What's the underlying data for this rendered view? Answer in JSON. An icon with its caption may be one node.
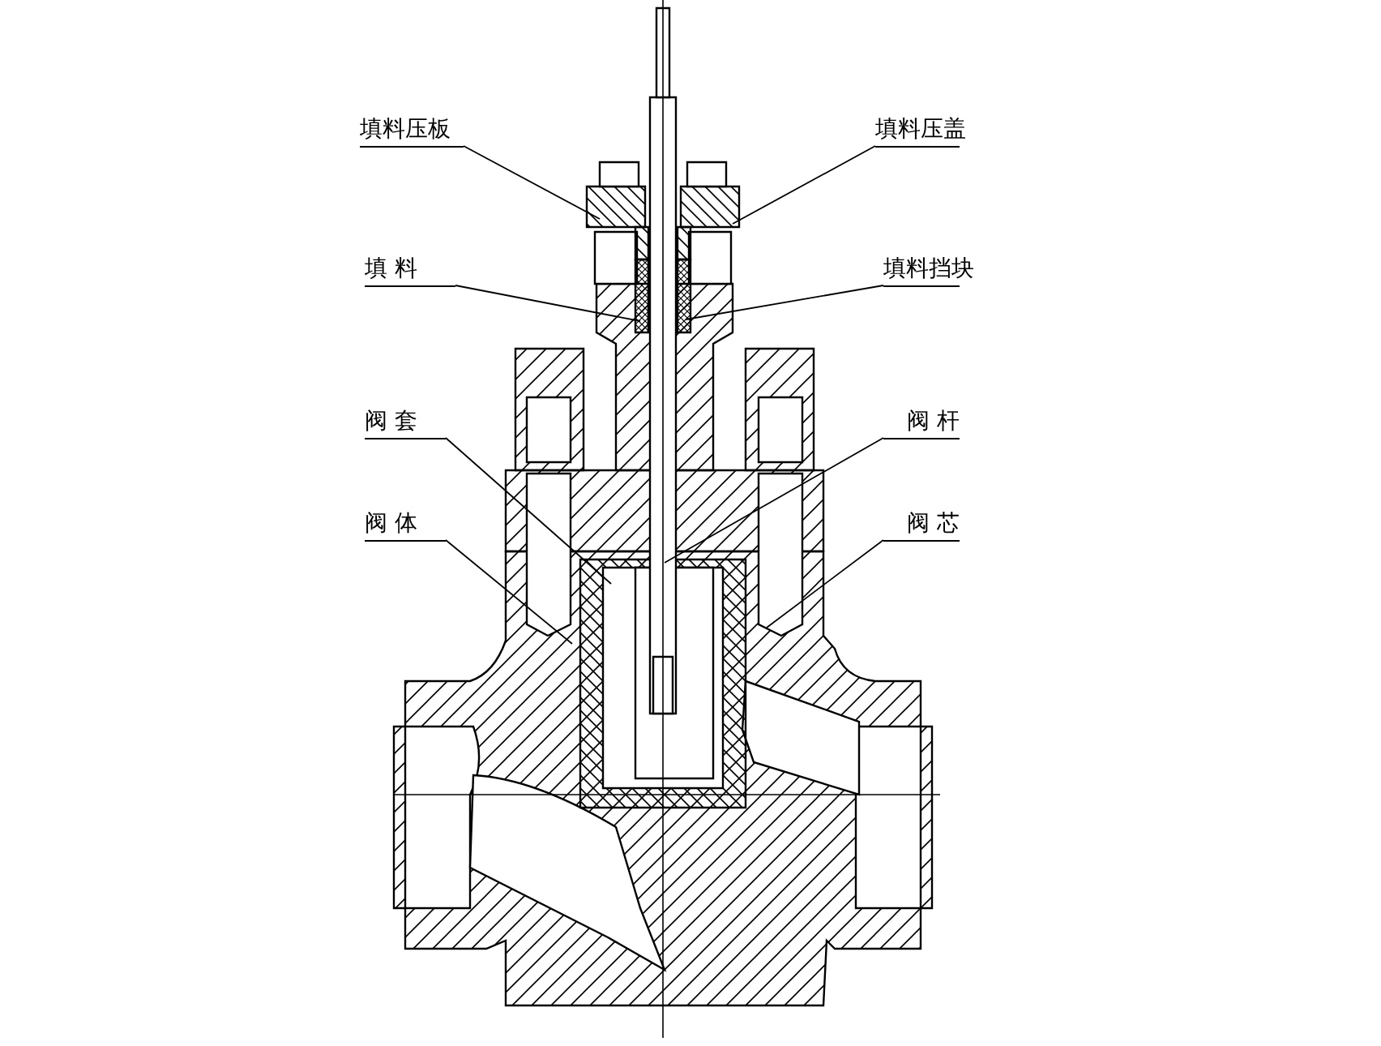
{
  "diagram": {
    "nodes": [
      {
        "text": [
          "填料压板"
        ]
      },
      {
        "text": [
          "填料压盖"
        ]
      },
      {
        "text": [
          "填 料"
        ]
      },
      {
        "text": [
          "填料挡块"
        ]
      },
      {
        "text": [
          "阀 套"
        ]
      },
      {
        "text": [
          "阀 杆"
        ]
      },
      {
        "text": [
          "阀 体"
        ]
      },
      {
        "text": [
          "阀 芯"
        ]
      }
    ],
    "edges": [
      {
        "from": 0,
        "to": null,
        "arrow": "none"
      },
      {
        "from": 1,
        "to": null,
        "arrow": "none"
      },
      {
        "from": 2,
        "to": null,
        "arrow": "none"
      },
      {
        "from": 3,
        "to": null,
        "arrow": "none"
      },
      {
        "from": 4,
        "to": null,
        "arrow": "none"
      },
      {
        "from": 5,
        "to": null,
        "arrow": "none"
      },
      {
        "from": 6,
        "to": null,
        "arrow": "none"
      },
      {
        "from": 7,
        "to": null,
        "arrow": "none"
      }
    ]
  }
}
